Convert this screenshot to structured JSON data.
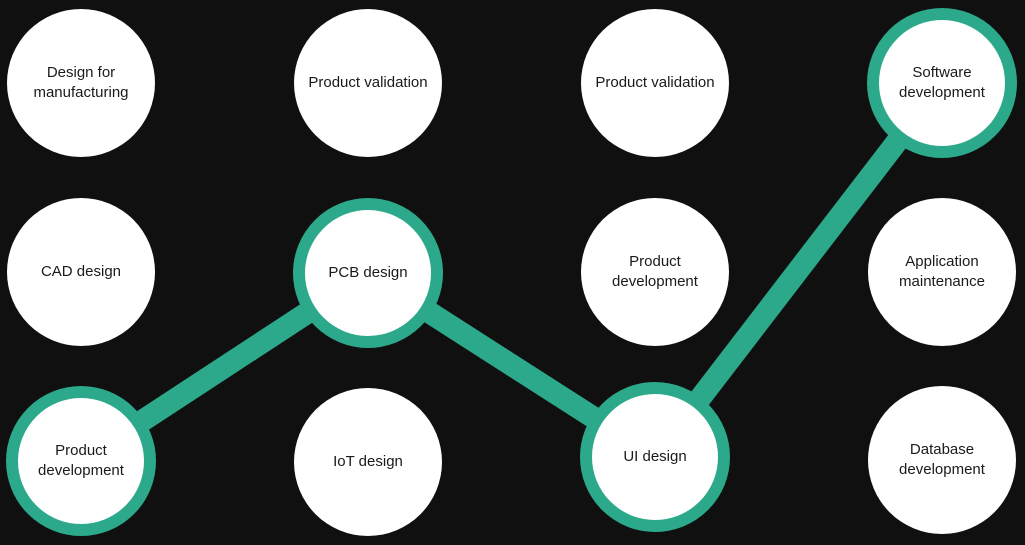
{
  "colors": {
    "background": "#101010",
    "node_fill": "#ffffff",
    "accent": "#2ba98a",
    "text": "#1a1a1a"
  },
  "nodes": [
    {
      "id": "design-for-manufacturing",
      "label": "Design for manufacturing",
      "active": false
    },
    {
      "id": "product-validation-1",
      "label": "Product validation",
      "active": false
    },
    {
      "id": "product-validation-2",
      "label": "Product validation",
      "active": false
    },
    {
      "id": "software-development",
      "label": "Software development",
      "active": true
    },
    {
      "id": "cad-design",
      "label": "CAD design",
      "active": false
    },
    {
      "id": "pcb-design",
      "label": "PCB design",
      "active": true
    },
    {
      "id": "product-development-mid",
      "label": "Product development",
      "active": false
    },
    {
      "id": "application-maintenance",
      "label": "Application maintenance",
      "active": false
    },
    {
      "id": "product-development-start",
      "label": "Product development",
      "active": true
    },
    {
      "id": "iot-design",
      "label": "IoT design",
      "active": false
    },
    {
      "id": "ui-design",
      "label": "UI design",
      "active": true
    },
    {
      "id": "database-development",
      "label": "Database development",
      "active": false
    }
  ],
  "path": [
    "product-development-start",
    "pcb-design",
    "ui-design",
    "software-development"
  ]
}
